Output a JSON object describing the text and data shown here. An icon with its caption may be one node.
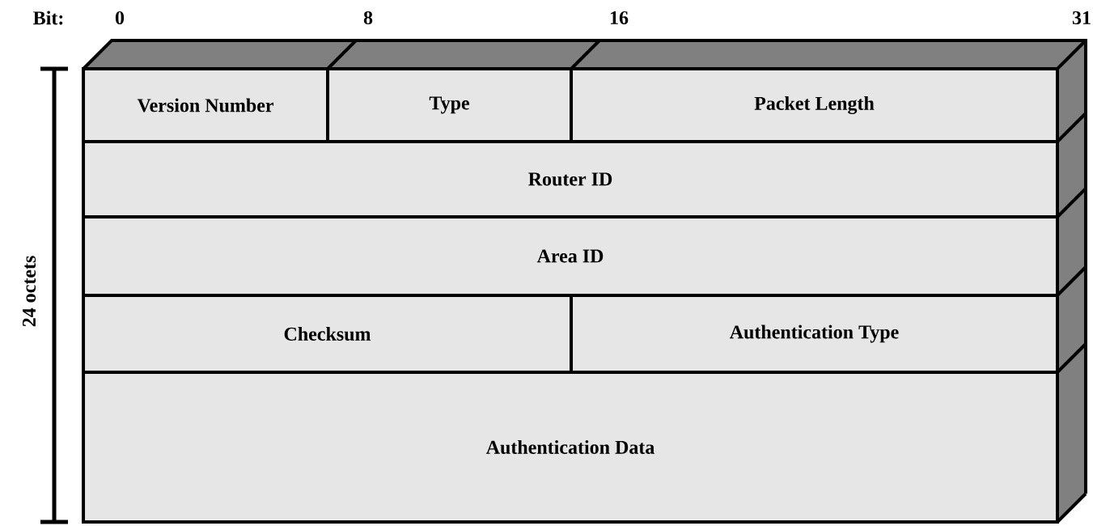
{
  "diagram": {
    "nodes": [
      {
        "text": [
          "Version Number"
        ]
      },
      {
        "text": [
          "Type"
        ]
      },
      {
        "text": [
          "Packet Length"
        ]
      },
      {
        "text": [
          "Router ID"
        ]
      },
      {
        "text": [
          "Area ID"
        ]
      },
      {
        "text": [
          "Checksum"
        ]
      },
      {
        "text": [
          "Authentication Type"
        ]
      },
      {
        "text": [
          "Authentication Data"
        ]
      }
    ],
    "labels": [
      "Bit:",
      "0",
      "8",
      "16",
      "31",
      "24 octets"
    ]
  }
}
